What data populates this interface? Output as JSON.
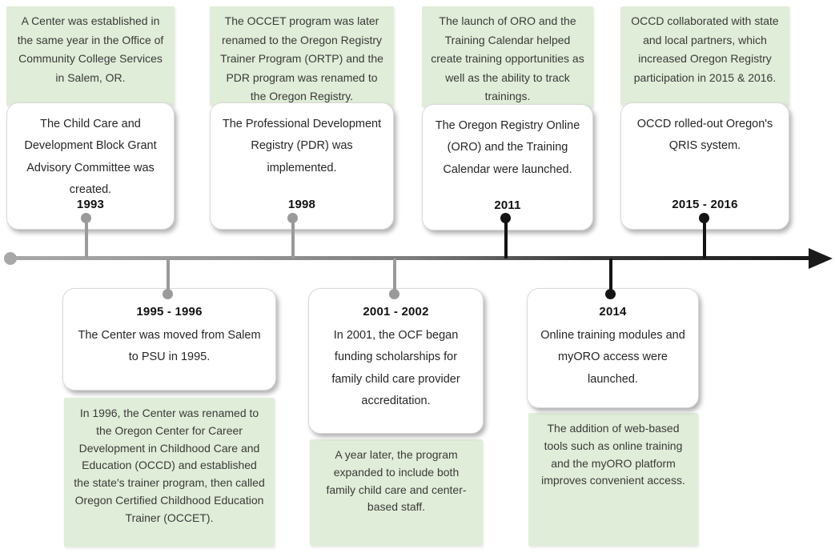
{
  "colors": {
    "green_card_bg": "#e0edd8",
    "card_text": "#3a3a3a",
    "year_text": "#111111",
    "white_card_bg": "#ffffff",
    "white_card_border": "#d9d9d9",
    "pin_gray": "#9a9a9a",
    "pin_black": "#141414",
    "timeline_gray": "#a8a8a8",
    "timeline_black": "#1a1a1a"
  },
  "top_events": [
    {
      "year": "1993",
      "green_text": "A Center was established in the same year in the Office of Community College Services in Salem, OR.",
      "white_text": "The Child Care and Development Block Grant Advisory Committee was created."
    },
    {
      "year": "1998",
      "green_text": "The OCCET program was later renamed to the Oregon Registry Trainer Program (ORTP) and the PDR program was renamed to the Oregon Registry.",
      "white_text": "The Professional Development Registry (PDR) was implemented."
    },
    {
      "year": "2011",
      "green_text": "The launch of ORO and the Training Calendar helped create training opportunities as well as the ability to track trainings.",
      "white_text": "The Oregon Registry Online (ORO) and the Training Calendar were launched."
    },
    {
      "year": "2015 - 2016",
      "green_text": "OCCD collaborated with state and local partners, which increased Oregon Registry participation in 2015 & 2016.",
      "white_text": "OCCD rolled-out Oregon's QRIS system."
    }
  ],
  "bottom_events": [
    {
      "year": "1995 - 1996",
      "white_text": "The Center was moved from Salem to PSU in 1995.",
      "green_text": "In 1996, the Center was renamed to the Oregon Center for Career Development in Childhood Care and Education (OCCD) and established the state's trainer program, then called Oregon Certified Childhood Education Trainer (OCCET)."
    },
    {
      "year": "2001 - 2002",
      "white_text": "In 2001, the OCF began funding scholarships for family child care provider accreditation.",
      "green_text": "A year later, the program expanded to include both family child care and center-based staff."
    },
    {
      "year": "2014",
      "white_text": "Online training modules and myORO access were launched.",
      "green_text": "The addition of web-based tools such as online training and the myORO platform improves convenient access."
    }
  ]
}
